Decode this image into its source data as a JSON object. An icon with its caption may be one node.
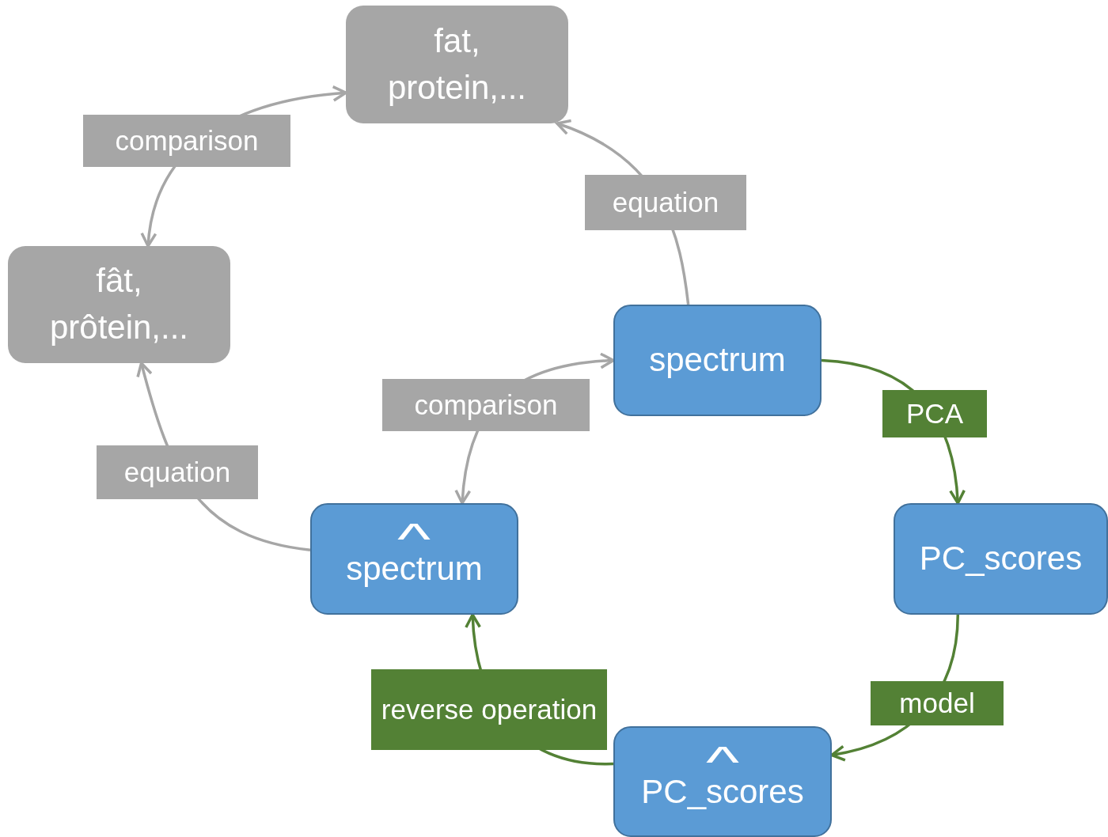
{
  "diagram": {
    "nodes": [
      {
        "text": [
          "fat, protein,..."
        ]
      },
      {
        "text": [
          "fât, prôtein,..."
        ]
      },
      {
        "text": [
          "spectrum"
        ]
      },
      {
        "text": [
          "^",
          "spectrum"
        ]
      },
      {
        "text": [
          "PC_scores"
        ]
      },
      {
        "text": [
          "^",
          "PC_scores"
        ]
      }
    ],
    "edges": [
      {
        "from": 1,
        "to": 0,
        "arrow": "both",
        "label": "comparison"
      },
      {
        "from": 2,
        "to": 0,
        "arrow": "to",
        "label": "equation"
      },
      {
        "from": 3,
        "to": 1,
        "arrow": "to",
        "label": "equation"
      },
      {
        "from": 3,
        "to": 2,
        "arrow": "both",
        "label": "comparison"
      },
      {
        "from": 2,
        "to": 4,
        "arrow": "to",
        "label": "PCA",
        "color": "#538135"
      },
      {
        "from": 4,
        "to": 5,
        "arrow": "to",
        "label": "model",
        "color": "#538135"
      },
      {
        "from": 5,
        "to": 3,
        "arrow": "to",
        "label": "reverse operation",
        "color": "#538135"
      }
    ]
  }
}
